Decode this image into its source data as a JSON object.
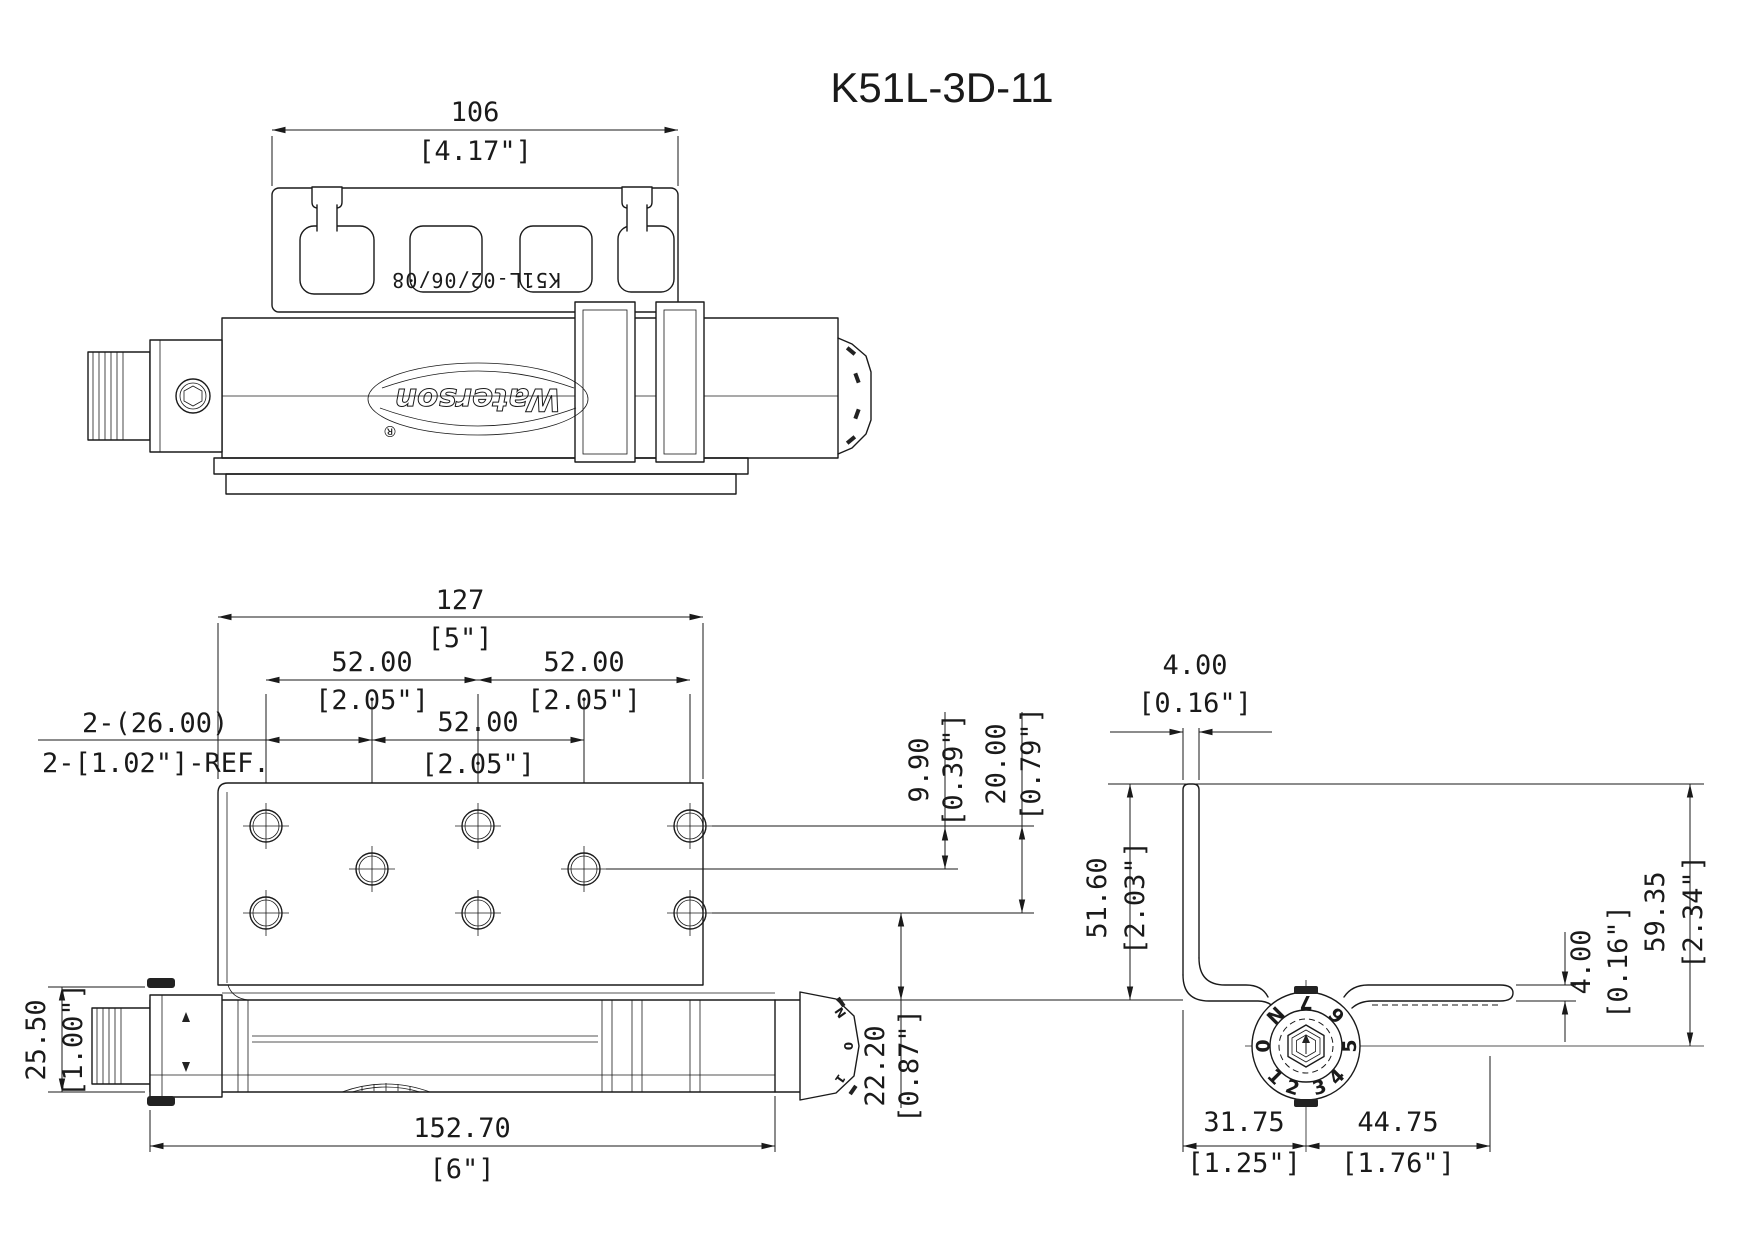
{
  "title": "K51L-3D-11",
  "colors": {
    "line": "#1a1a1a",
    "background": "#ffffff"
  },
  "top_view": {
    "part_marking": "K51L-02/06/08",
    "logo": {
      "text": "Waterson",
      "registered": "®"
    },
    "dims": {
      "width": {
        "value": "106",
        "inches": "[4.17\"]"
      }
    }
  },
  "front_view": {
    "cap_marks": [
      "N",
      "0",
      "1"
    ],
    "dims": {
      "plate_width": {
        "value": "127",
        "inches": "[5\"]"
      },
      "hole_span_left": {
        "value": "52.00",
        "inches": "[2.05\"]"
      },
      "hole_span_right": {
        "value": "52.00",
        "inches": "[2.05\"]"
      },
      "hole_span_middle": {
        "value": "52.00",
        "inches": "[2.05\"]"
      },
      "offset_ref_top": "2-(26.00)",
      "offset_ref_bottom": "2-[1.02\"]-REF.",
      "row_offset": {
        "value": "9.90",
        "inches": "[0.39\"]"
      },
      "row_span": {
        "value": "20.00",
        "inches": "[0.79\"]"
      },
      "plate_to_body": {
        "value": "22.20",
        "inches": "[0.87\"]"
      },
      "body_height": {
        "value": "25.50",
        "inches": "[1.00\"]"
      },
      "body_length": {
        "value": "152.70",
        "inches": "[6\"]"
      }
    }
  },
  "side_view": {
    "dial_labels": [
      "N",
      "7",
      "6",
      "5",
      "4",
      "3",
      "2",
      "1",
      "0"
    ],
    "dims": {
      "leg_thickness": {
        "value": "4.00",
        "inches": "[0.16\"]"
      },
      "leg_height": {
        "value": "51.60",
        "inches": "[2.03\"]"
      },
      "overall_height": {
        "value": "59.35",
        "inches": "[2.34\"]"
      },
      "arm_thickness": {
        "value": "4.00",
        "inches": "[0.16\"]"
      },
      "leg_to_center": {
        "value": "31.75",
        "inches": "[1.25\"]"
      },
      "center_to_arm_end": {
        "value": "44.75",
        "inches": "[1.76\"]"
      }
    }
  }
}
